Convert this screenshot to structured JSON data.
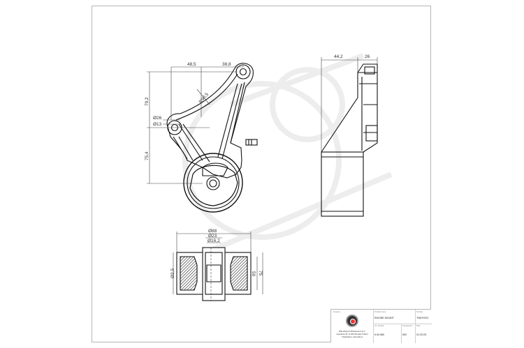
{
  "dimensions": {
    "top_left": "48,5",
    "top_right": "38,8",
    "radius": "R90,5",
    "height_upper": "79,2",
    "height_lower": "75,4",
    "bore_outer": "Ø26",
    "bore_inner": "Ø13",
    "side_width": "44,2",
    "side_flange": "26",
    "bottom_d88": "Ø88",
    "bottom_d23": "Ø23",
    "bottom_d16": "Ø16,2",
    "bottom_left": "Ø2,5",
    "bottom_h50": "50",
    "bottom_h75": "75"
  },
  "title_block": {
    "company_label": "Company",
    "company_lines": [
      "Elda Wojciech Mihułowski S.K.A.",
      "Ogrodowa 45, 47-900 Wrocław, Poland",
      "info@elda.pl, www.elda.pl"
    ],
    "product_label": "Product name",
    "product_name": "ENGINE MOUNT",
    "number_label": "Number",
    "number_value": "T06HY023",
    "art_label": "Art. Number",
    "art_value": "6 64 680",
    "prepared_label": "Prepared by",
    "prepared_value": "600",
    "date_label": "Date",
    "date_value": "01.03.03"
  }
}
